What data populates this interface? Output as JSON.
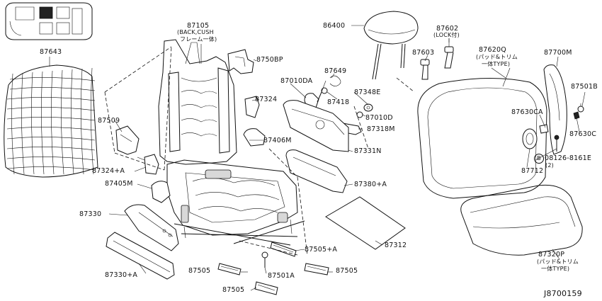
{
  "callouts": {
    "p87643": "87643",
    "p87105": "87105",
    "p87105_sub1": "(BACK,CUSH",
    "p87105_sub2": "フレーム一体)",
    "p8750BP": "8750BP",
    "p86400": "86400",
    "p87602": "87602",
    "p87602_sub": "(LOCK付)",
    "p87603": "87603",
    "p87620Q": "87620Q",
    "p87620Q_sub1": "(パッド&トリム",
    "p87620Q_sub2": "一体TYPE)",
    "p87700M": "87700M",
    "p87010DA": "87010DA",
    "p87649": "87649",
    "p87324": "87324",
    "p87348E": "87348E",
    "p87418": "87418",
    "p87501B": "87501B",
    "p87509": "87509",
    "p87010D": "87010D",
    "p87318M": "87318M",
    "p87630CA": "87630CA",
    "p87406M": "87406M",
    "p87630C": "87630C",
    "p87331N": "87331N",
    "p08126": "08126-8161E",
    "p08126_badge": "B",
    "p08126_qty": "(2)",
    "p87324A": "87324+A",
    "p87712": "87712",
    "p87405M": "87405M",
    "p87380A": "87380+A",
    "p87330": "87330",
    "p87312": "87312",
    "p87320P": "87320P",
    "p87320P_sub1": "(パッド&トリム",
    "p87320P_sub2": "一体TYPE)",
    "p87505A": "87505+A",
    "p87330A": "87330+A",
    "p87505_1": "87505",
    "p87501A": "87501A",
    "p87505_2": "87505",
    "p87505_3": "87505"
  },
  "footer": {
    "diagram_code": "J8700159"
  }
}
